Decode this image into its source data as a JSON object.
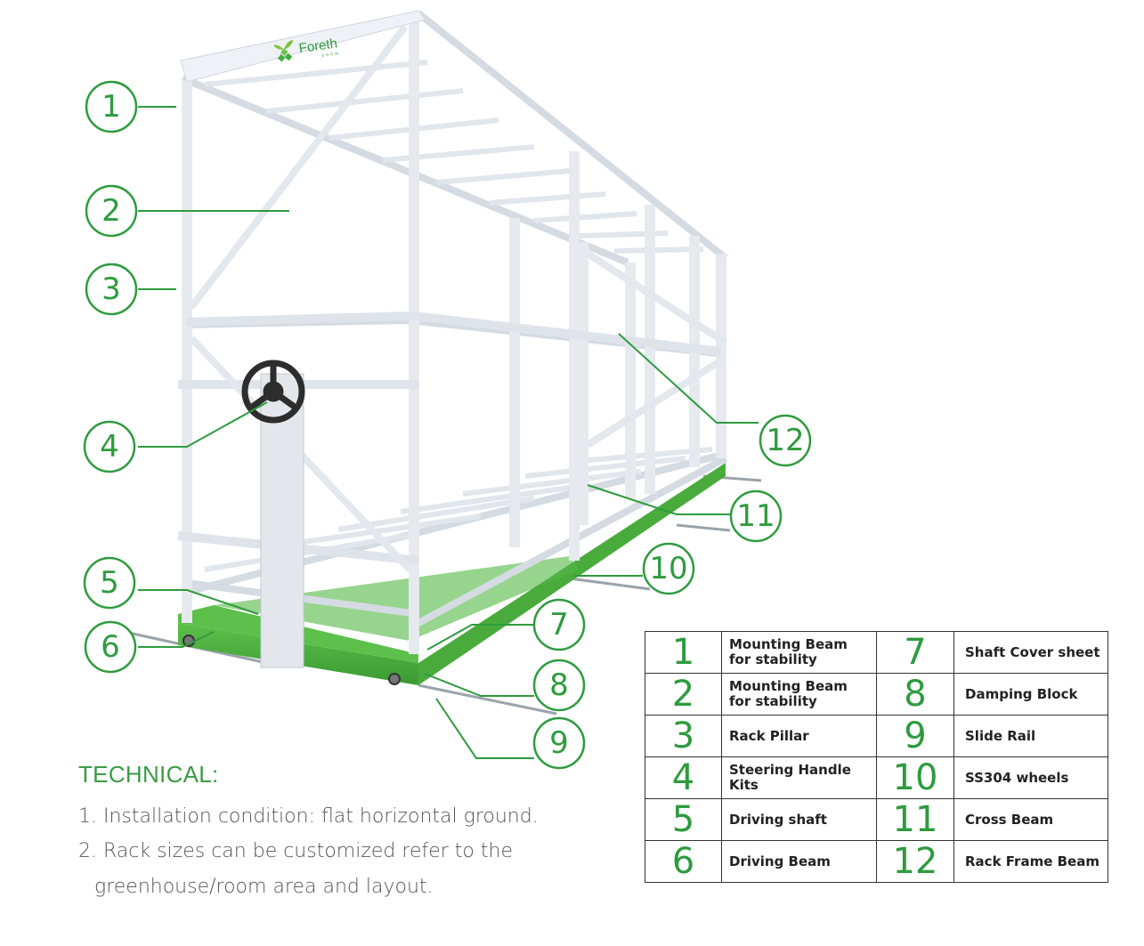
{
  "logo": {
    "name": "Foreth",
    "tagline": "GROW"
  },
  "callouts": [
    "1",
    "2",
    "3",
    "4",
    "5",
    "6",
    "7",
    "8",
    "9",
    "10",
    "11",
    "12"
  ],
  "technical": {
    "title": "TECHNICAL:",
    "items": [
      "1.  Installation condition: flat horizontal ground.",
      "2. Rack sizes can be customized refer to the",
      "greenhouse/room area and layout."
    ]
  },
  "legend": [
    {
      "num": "1",
      "label_lines": [
        "Mounting Beam",
        "for stability"
      ]
    },
    {
      "num": "2",
      "label_lines": [
        "Mounting Beam",
        "for stability"
      ]
    },
    {
      "num": "3",
      "label_lines": [
        "Rack Pillar"
      ]
    },
    {
      "num": "4",
      "label_lines": [
        "Steering Handle Kits"
      ]
    },
    {
      "num": "5",
      "label_lines": [
        "Driving shaft"
      ]
    },
    {
      "num": "6",
      "label_lines": [
        "Driving Beam"
      ]
    },
    {
      "num": "7",
      "label_lines": [
        "Shaft Cover sheet"
      ]
    },
    {
      "num": "8",
      "label_lines": [
        "Damping Block"
      ]
    },
    {
      "num": "9",
      "label_lines": [
        "Slide Rail"
      ]
    },
    {
      "num": "10",
      "label_lines": [
        "SS304 wheels"
      ]
    },
    {
      "num": "11",
      "label_lines": [
        "Cross Beam"
      ]
    },
    {
      "num": "12",
      "label_lines": [
        "Rack Frame Beam"
      ]
    }
  ],
  "colors": {
    "accent": "#2e9b3e",
    "frame": "#e8ecf1",
    "frame_edge": "#b9c2cc",
    "base_green": "#4caf3f"
  }
}
